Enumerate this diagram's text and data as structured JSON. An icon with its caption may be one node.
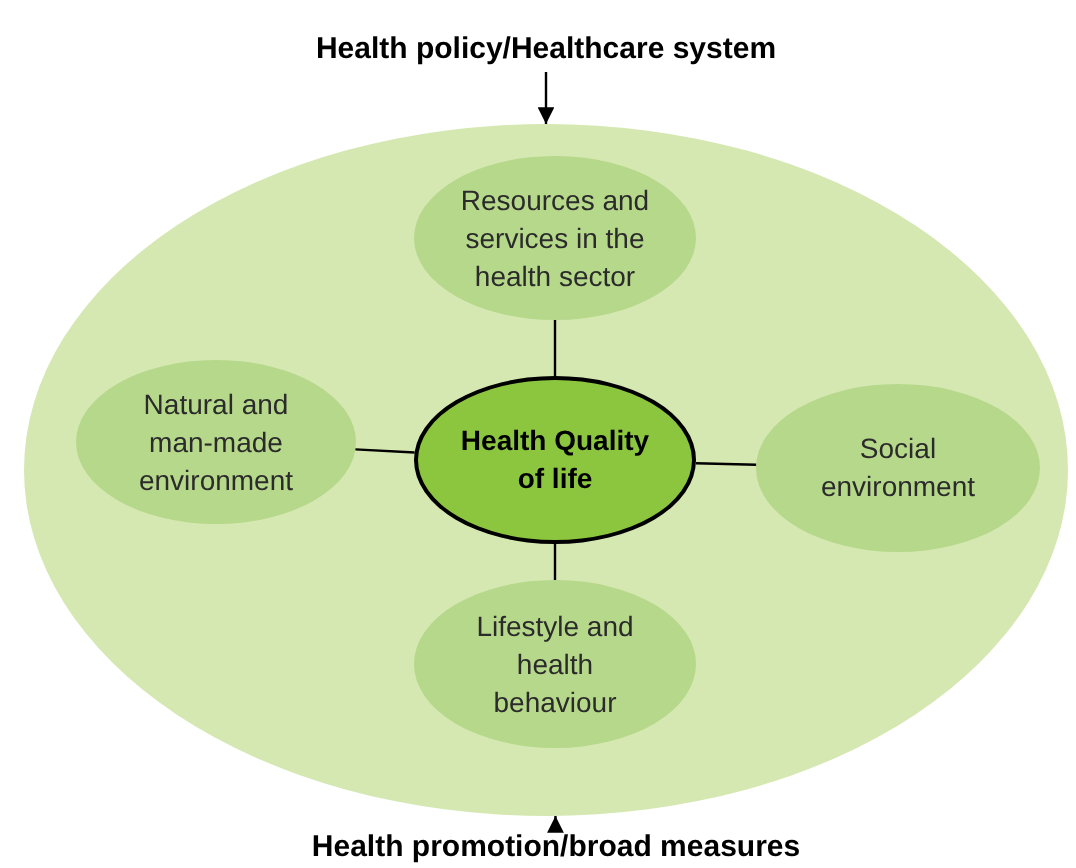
{
  "diagram": {
    "nodes": [
      {
        "text": [
          "Health policy/Healthcare system"
        ]
      },
      {
        "text": [],
        "shape": "ellipse"
      },
      {
        "text": [
          "Resources and services in the health sector"
        ],
        "in": 1
      },
      {
        "text": [
          "Natural and man-made environment"
        ],
        "in": 1
      },
      {
        "text": [
          "Health Quality of life"
        ],
        "in": 1
      },
      {
        "text": [
          "Social environment"
        ],
        "in": 1
      },
      {
        "text": [
          "Lifestyle and health behaviour"
        ],
        "in": 1
      },
      {
        "text": [
          "Health promotion/broad measures"
        ]
      }
    ],
    "edges": [
      {
        "from": 0,
        "to": 1,
        "arrow": "to"
      },
      {
        "from": 4,
        "to": 2,
        "arrow": "none"
      },
      {
        "from": 4,
        "to": 3,
        "arrow": "none"
      },
      {
        "from": 4,
        "to": 5,
        "arrow": "none"
      },
      {
        "from": 4,
        "to": 6,
        "arrow": "none"
      },
      {
        "from": 7,
        "to": 1,
        "arrow": "to"
      }
    ]
  }
}
